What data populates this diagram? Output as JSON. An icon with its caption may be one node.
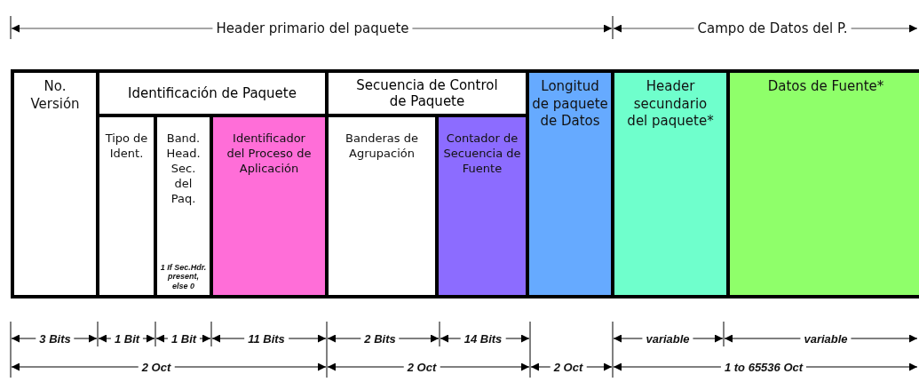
{
  "diagram": {
    "nodes": [
      {
        "text": [
          "No. Versión"
        ]
      },
      {
        "text": [
          "Identificación de Paquete"
        ]
      },
      {
        "text": [
          "Tipo de Ident."
        ],
        "in": 1
      },
      {
        "text": [
          "Band. Head. Sec. del Paq.",
          "1 If Sec.Hdr. present, else 0"
        ],
        "in": 1
      },
      {
        "text": [
          "Identificador del Proceso de Aplicación"
        ],
        "in": 1
      },
      {
        "text": [
          "Secuencia de Control de Paquete"
        ]
      },
      {
        "text": [
          "Banderas de Agrupación"
        ],
        "in": 5
      },
      {
        "text": [
          "Contador de Secuencia de Fuente"
        ],
        "in": 5
      },
      {
        "text": [
          "Longitud de paquete de Datos"
        ]
      },
      {
        "text": [
          "Header secundario del paquete*"
        ]
      },
      {
        "text": [
          "Datos de Fuente*"
        ]
      }
    ],
    "labels": [
      "Header primario del paquete",
      "Campo de Datos del P.",
      "3 Bits",
      "1 Bit",
      "1 Bit",
      "11 Bits",
      "2 Bits",
      "14 Bits",
      "variable",
      "variable",
      "2 Oct",
      "2 Oct",
      "2 Oct",
      "1 to 65536 Oct"
    ]
  }
}
